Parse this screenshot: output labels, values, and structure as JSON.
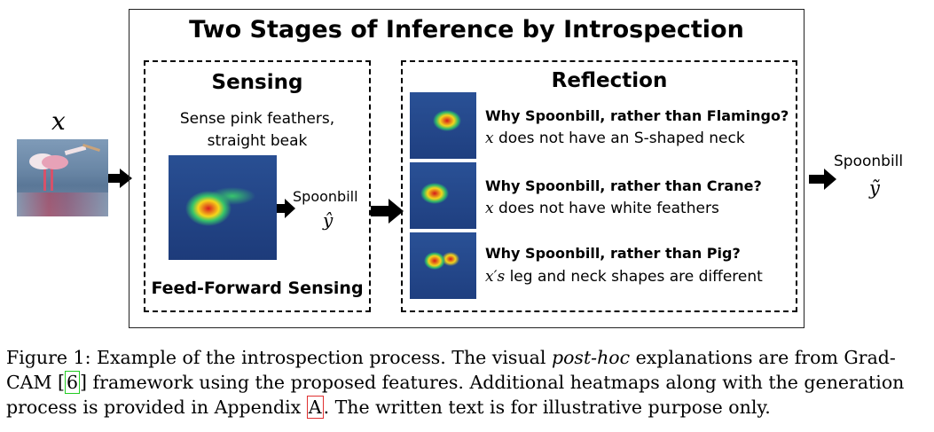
{
  "figure": {
    "title": "Two Stages of Inference by Introspection",
    "input_label": "x",
    "sensing": {
      "title": "Sensing",
      "description_line1": "Sense pink feathers,",
      "description_line2": "straight beak",
      "prediction_label": "Spoonbill",
      "prediction_symbol": "ŷ",
      "footer": "Feed-Forward Sensing"
    },
    "reflection": {
      "title": "Reflection",
      "items": [
        {
          "question": "Why Spoonbill, rather than Flamingo?",
          "answer_var": "x",
          "answer_text": " does not have an S-shaped neck"
        },
        {
          "question": "Why Spoonbill, rather than Crane?",
          "answer_var": "x",
          "answer_text": " does not have white feathers"
        },
        {
          "question": "Why Spoonbill, rather than Pig?",
          "answer_var": "x′s",
          "answer_text": " leg and neck shapes are different"
        }
      ]
    },
    "output_label": "Spoonbill",
    "output_symbol": "ỹ"
  },
  "caption": {
    "part1": "Figure 1: Example of the introspection process. The visual ",
    "italic": "post-hoc",
    "part2": " explanations are from Grad-",
    "part3": "CAM [",
    "ref1": "6",
    "part4": "] framework using the proposed features. Additional heatmaps along with the generation",
    "part5": "process is provided in Appendix ",
    "ref2": "A",
    "part6": ". The written text is for illustrative purpose only."
  },
  "colors": {
    "ref_green": "#22cc22",
    "ref_red": "#e03030"
  }
}
